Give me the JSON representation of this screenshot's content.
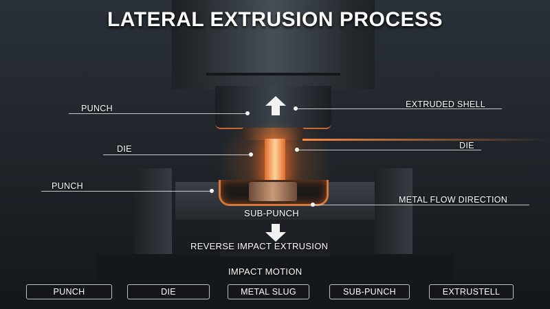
{
  "title": "LATERAL EXTRUSION PROCESS",
  "labels": {
    "punch_top": "PUNCH",
    "extruded_shell": "EXTRUDED SHELL",
    "die_left": "DIE",
    "die_right": "DIE",
    "punch_lower": "PUNCH",
    "metal_flow": "METAL FLOW DIRECTION",
    "sub_punch": "SUB-PUNCH",
    "reverse_impact": "REVERSE IMPACT EXTRUSION",
    "impact_motion": "IMPACT MOTION"
  },
  "buttons": [
    "PUNCH",
    "DIE",
    "METAL SLUG",
    "SUB-PUNCH",
    "EXTRUSTELL"
  ],
  "icons": {
    "up": "arrow-up-icon",
    "down": "arrow-down-icon"
  }
}
